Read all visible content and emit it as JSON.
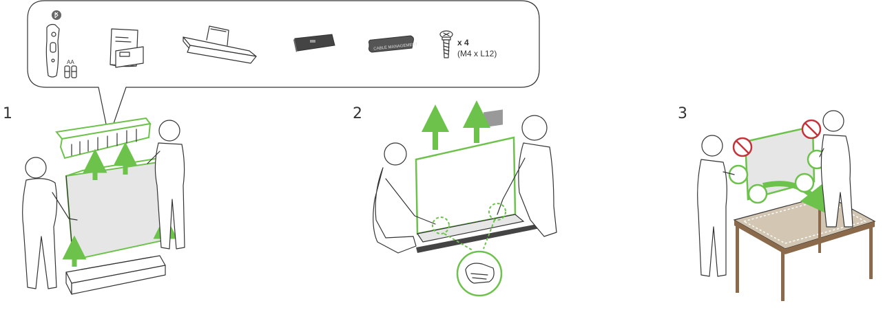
{
  "colors": {
    "accent": "#6cc24a",
    "line": "#333333",
    "panel": "#e6e6e6",
    "prohibit": "#c4323a",
    "table_top": "#d3c7b4",
    "table_legs": "#8a6a4a"
  },
  "accessories": {
    "battery_label": "AA",
    "screw_quantity": "x 4",
    "screw_spec": "(M4 x L12)",
    "cable_label": "CABLE MANAGEMENT",
    "items": [
      {
        "name": "remote-control-icon"
      },
      {
        "name": "manual-icon"
      },
      {
        "name": "stand-base-icon"
      },
      {
        "name": "stand-body-icon"
      },
      {
        "name": "cable-management-icon"
      },
      {
        "name": "screw-icon"
      }
    ]
  },
  "steps": [
    {
      "number": "1"
    },
    {
      "number": "2"
    },
    {
      "number": "3"
    }
  ]
}
